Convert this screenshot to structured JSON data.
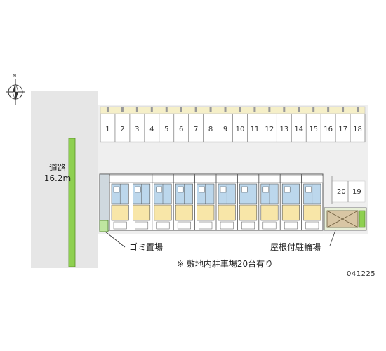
{
  "road": {
    "name": "道路",
    "width": "16.2m"
  },
  "parking": {
    "spaces_top": [
      "1",
      "2",
      "3",
      "4",
      "5",
      "6",
      "7",
      "8",
      "9",
      "10",
      "11",
      "12",
      "13",
      "14",
      "15",
      "16",
      "17",
      "18"
    ],
    "spaces_right": [
      "20",
      "19"
    ]
  },
  "labels": {
    "garbage": "ゴミ置場",
    "bicycle": "屋根付駐輪場",
    "note": "※ 敷地内駐車場20台有り",
    "code": "041225"
  },
  "compass": {
    "north": "N"
  },
  "colors": {
    "road": "#e6e6e6",
    "hedge": "#8ed050",
    "building_blue": "#bcd7ec",
    "building_cream": "#f8e6a8",
    "parking_strip": "#f5efc8",
    "site": "#efefef"
  }
}
